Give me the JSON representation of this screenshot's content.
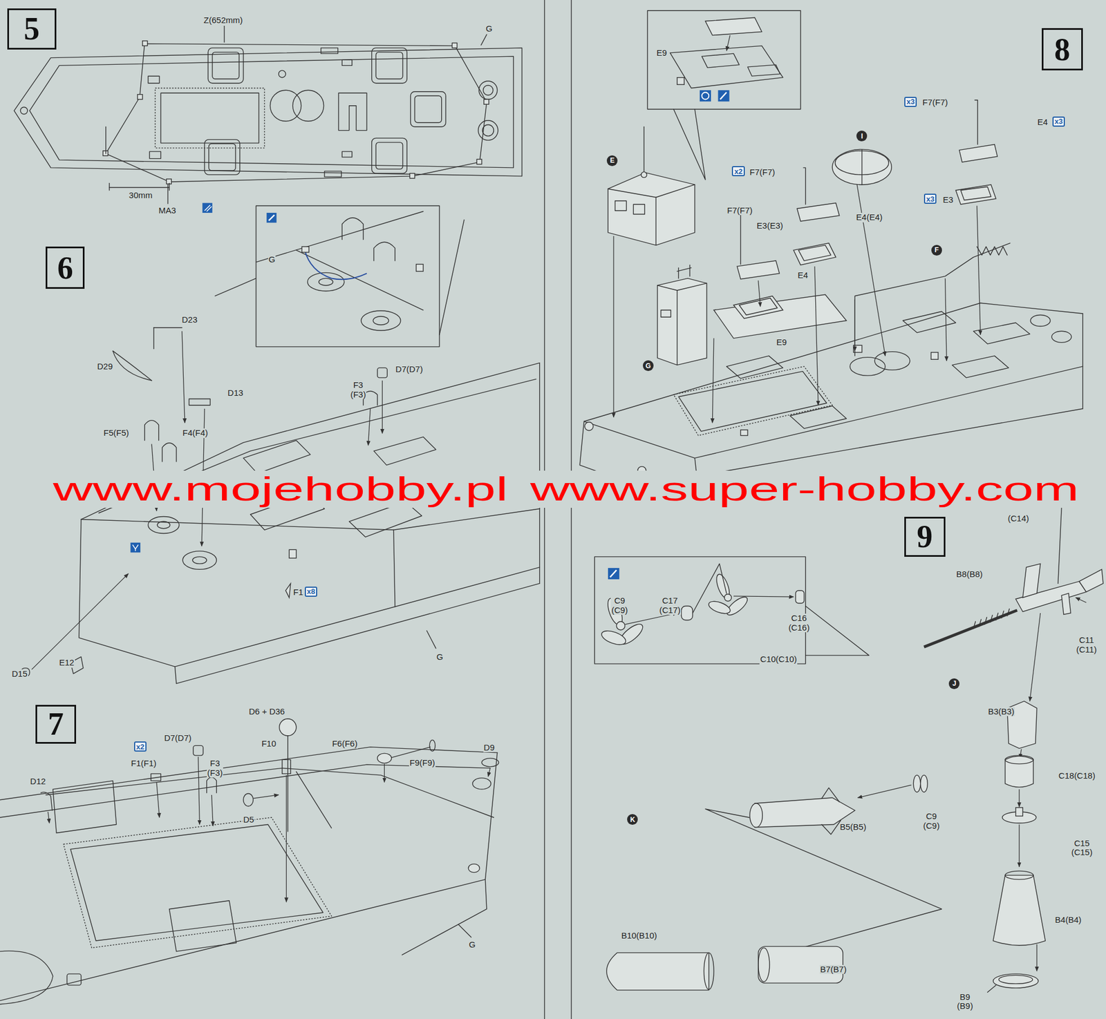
{
  "diagram": {
    "nodes": [
      {
        "text": [
          "5"
        ]
      },
      {
        "text": [
          "6"
        ]
      },
      {
        "text": [
          "x8"
        ]
      },
      {
        "text": [
          "7"
        ]
      },
      {
        "text": [
          "x2"
        ]
      },
      {
        "text": [
          "8"
        ]
      },
      {
        "text": [
          "x3"
        ]
      },
      {
        "text": [
          "x3"
        ]
      },
      {
        "text": [
          "E"
        ]
      },
      {
        "text": [
          "I"
        ]
      },
      {
        "text": [
          "x2"
        ]
      },
      {
        "text": [
          "x3"
        ]
      },
      {
        "text": [
          "F"
        ]
      },
      {
        "text": [
          "G"
        ]
      },
      {
        "text": [
          "9"
        ]
      },
      {
        "text": [
          "J"
        ]
      },
      {
        "text": [
          "K"
        ]
      }
    ],
    "labels": [
      "Z(652mm)",
      "G",
      "30mm",
      "MA3",
      "G",
      "D23",
      "D29",
      "D13",
      "F5(F5)",
      "F4(F4)",
      "F3 (F3)",
      "D7(D7)",
      "D15",
      "E12",
      "F1",
      "G",
      "D6 + D36",
      "D7(D7)",
      "F1(F1)",
      "F3 (F3)",
      "F10",
      "D5",
      "D12",
      "F6(F6)",
      "F9(F9)",
      "D9",
      "G",
      "E9",
      "F7(F7)",
      "E4",
      "F7(F7)",
      "E4(E4)",
      "F7(F7)",
      "E3(E3)",
      "E3",
      "E4",
      "E9",
      "www.mojehobby.pl",
      "www.super-hobby.com",
      "(C14)",
      "B8(B8)",
      "C11 (C11)",
      "B3(B3)",
      "C18(C18)",
      "C15 (C15)",
      "B4(B4)",
      "B9 (B9)",
      "C9 (C9)",
      "C17 (C17)",
      "C16 (C16)",
      "C10(C10)",
      "B5(B5)",
      "C9 (C9)",
      "B10(B10)",
      "B7(B7)"
    ]
  }
}
